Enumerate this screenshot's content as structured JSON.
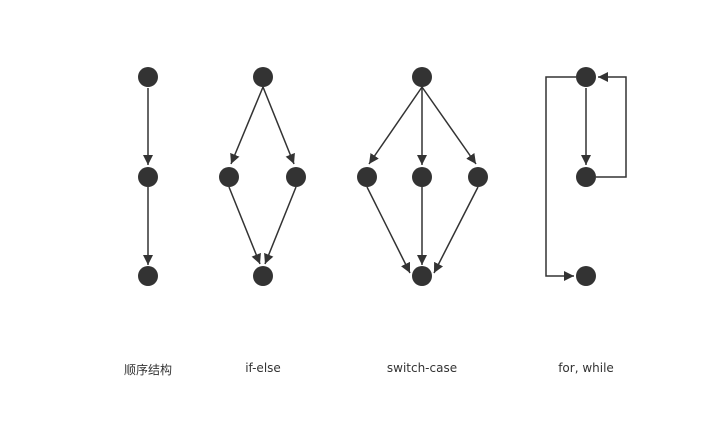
{
  "diagrams": [
    {
      "id": "sequence",
      "label": "顺序结构"
    },
    {
      "id": "if-else",
      "label": "if-else"
    },
    {
      "id": "switch-case",
      "label": "switch-case"
    },
    {
      "id": "loop",
      "label": "for, while"
    }
  ],
  "colors": {
    "node": "#333333",
    "edge": "#333333",
    "background": "#ffffff"
  }
}
